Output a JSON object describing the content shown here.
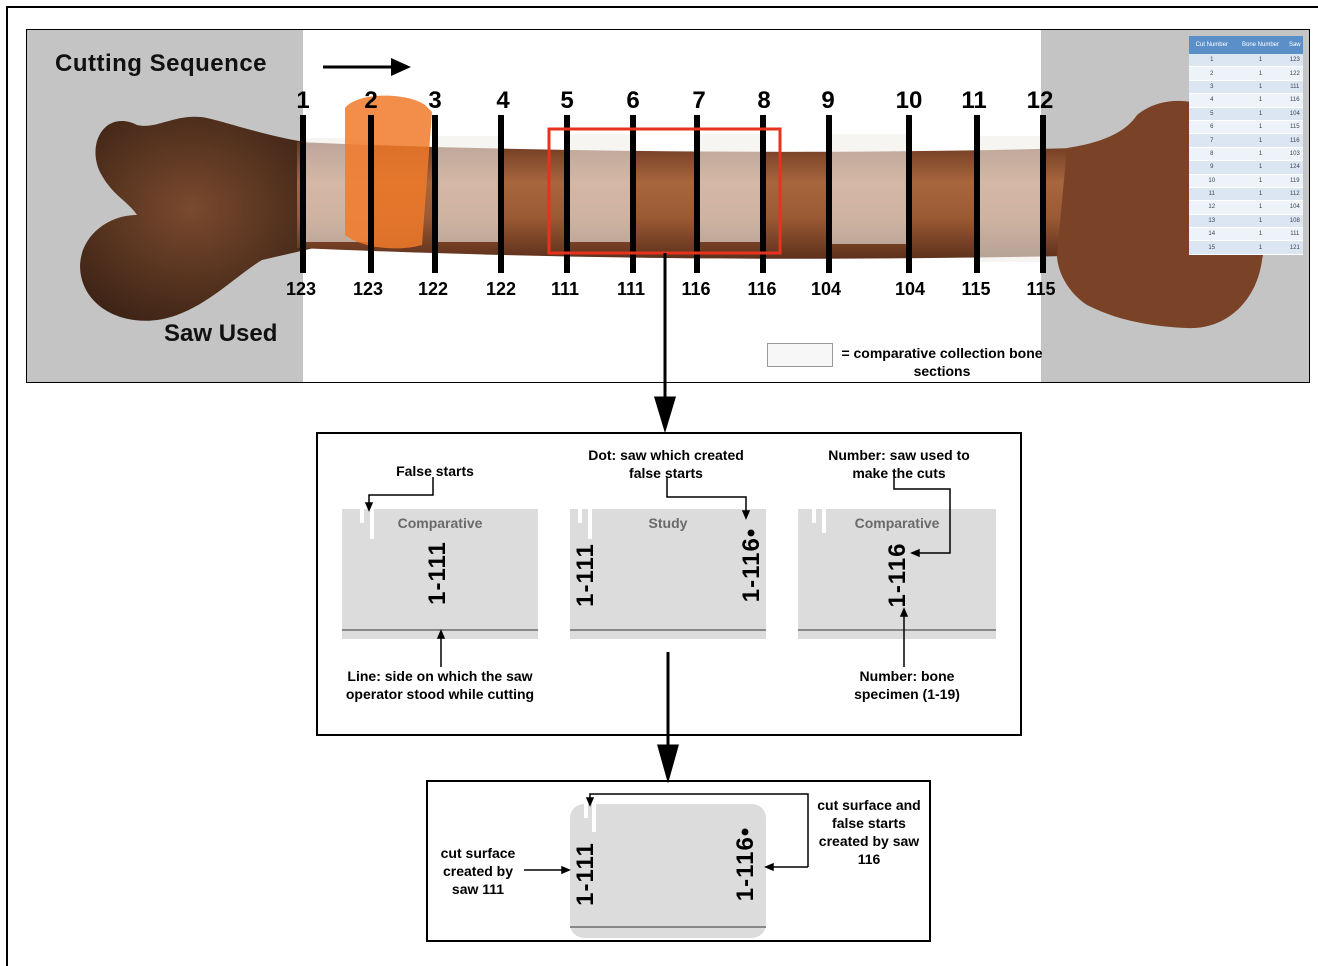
{
  "top": {
    "sequence_title": "Cutting Sequence",
    "saw_used_title": "Saw Used",
    "cut_numbers": [
      "1",
      "2",
      "3",
      "4",
      "5",
      "6",
      "7",
      "8",
      "9",
      "10",
      "11",
      "12"
    ],
    "saw_numbers": [
      "123",
      "123",
      "122",
      "122",
      "111",
      "111",
      "116",
      "116",
      "104",
      "104",
      "115",
      "115"
    ],
    "legend_text": "= comparative collection bone sections"
  },
  "table": {
    "headers": [
      "Cut Number",
      "Bone Number",
      "Saw"
    ],
    "rows": [
      [
        "1",
        "1",
        "123"
      ],
      [
        "2",
        "1",
        "122"
      ],
      [
        "3",
        "1",
        "111"
      ],
      [
        "4",
        "1",
        "116"
      ],
      [
        "5",
        "1",
        "104"
      ],
      [
        "6",
        "1",
        "115"
      ],
      [
        "7",
        "1",
        "116"
      ],
      [
        "8",
        "1",
        "103"
      ],
      [
        "9",
        "1",
        "124"
      ],
      [
        "10",
        "1",
        "119"
      ],
      [
        "11",
        "1",
        "112"
      ],
      [
        "12",
        "1",
        "104"
      ],
      [
        "13",
        "1",
        "108"
      ],
      [
        "14",
        "1",
        "111"
      ],
      [
        "15",
        "1",
        "121"
      ]
    ]
  },
  "middle": {
    "false_starts": "False starts",
    "dot_note": "Dot: saw which created false starts",
    "number_saw_note": "Number: saw used to make the cuts",
    "line_note": "Line: side on which the saw operator stood while cutting",
    "bone_note": "Number: bone specimen (1-19)",
    "card1_label": "Comparative",
    "card1_code": "1-111",
    "card2_label": "Study",
    "card2_code_left": "1-111",
    "card2_code_right": "1-116•",
    "card3_label": "Comparative",
    "card3_code": "1-116"
  },
  "bottom": {
    "left_note": "cut surface created by saw 111",
    "right_note": "cut surface and false starts created by saw 116",
    "code_left": "1-111",
    "code_right": "1-116•"
  },
  "colors": {
    "table_header": "#5b8fc7",
    "highlight_box": "#e8321e",
    "tag": "#f07a2a",
    "bone": "#8b4a2b"
  }
}
